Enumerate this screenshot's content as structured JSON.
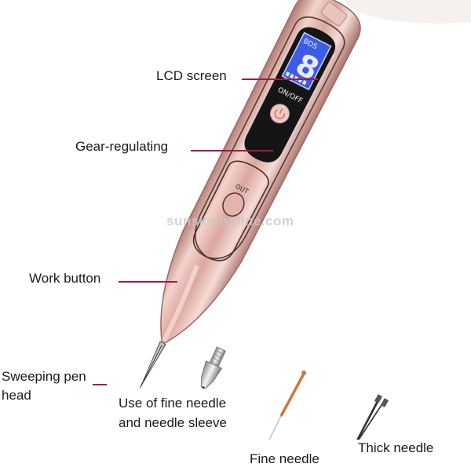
{
  "labels": {
    "lcd_screen": "LCD screen",
    "gear_regulating": "Gear-regulating",
    "work_button": "Work button",
    "sweeping_pen_head_line1": "Sweeping pen",
    "sweeping_pen_head_line2": "head",
    "fine_needle_sleeve_line1": "Use of fine needle",
    "fine_needle_sleeve_line2": "and needle sleeve",
    "fine_needle": "Fine needle",
    "thick_needle": "Thick needle"
  },
  "device": {
    "lcd_brand": "BDS",
    "lcd_digit": "8",
    "power_label": "ON/OFF",
    "out_label": "OUT"
  },
  "watermark": "sunsky-online.com",
  "colors": {
    "body": "#e6b8b0",
    "body_shadow": "#b98178",
    "lcd_blue": "#3d5ce6",
    "leader_line": "#9b1f45",
    "panel_black": "#151515"
  }
}
